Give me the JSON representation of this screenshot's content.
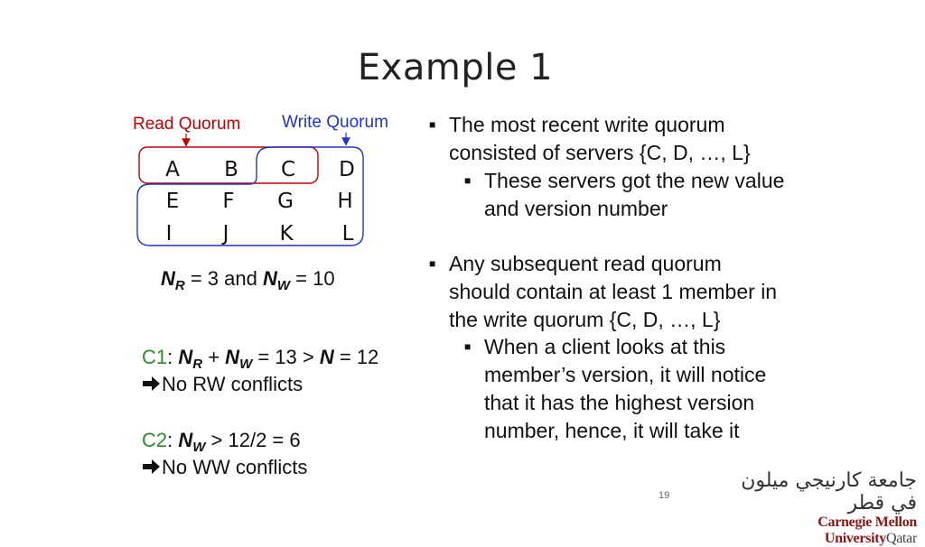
{
  "slide": {
    "title": "Example 1",
    "page_number": "19"
  },
  "quorums": {
    "read_label": "Read Quorum",
    "write_label": "Write Quorum",
    "servers": [
      [
        "A",
        "B",
        "C",
        "D"
      ],
      [
        "E",
        "F",
        "G",
        "H"
      ],
      [
        "I",
        "J",
        "K",
        "L"
      ]
    ],
    "read_color": "#c00000",
    "write_color": "#2233cc"
  },
  "left": {
    "n_sym": "N",
    "r_sub": "R",
    "w_sub": "W",
    "nr_nw_mid": " = 3 and ",
    "nr_nw_end": " = 10",
    "c1_label": "C1",
    "c1_colon": ": ",
    "c1_plus": " + ",
    "c1_eq": " = 13 > ",
    "c1_end": " = 12",
    "c1_result": "No RW conflicts",
    "c2_label": "C2",
    "c2_colon": ": ",
    "c2_end": " > 12/2 = 6",
    "c2_result": "No WW conflicts",
    "arrow_icon": "right-arrow-icon",
    "highlight_color": "#2e8b2e"
  },
  "bullets": {
    "b1_lines": [
      "The most recent write quorum",
      "consisted of servers {C, D, …, L}"
    ],
    "b1_sub_lines": [
      "These servers got the new value",
      "and version number"
    ],
    "b2_lines": [
      "Any subsequent read quorum",
      "should contain at least 1 member in",
      "the write quorum {C, D, …, L}"
    ],
    "b2_sub_lines": [
      "When a client looks at this",
      "member’s version, it will notice",
      "that it has the highest version",
      "number, hence, it will take it"
    ]
  },
  "logo": {
    "arabic": "جامعة كارنيجي ميلون في قطر",
    "english_bold": "Carnegie Mellon University",
    "english_tail": "Qatar"
  }
}
